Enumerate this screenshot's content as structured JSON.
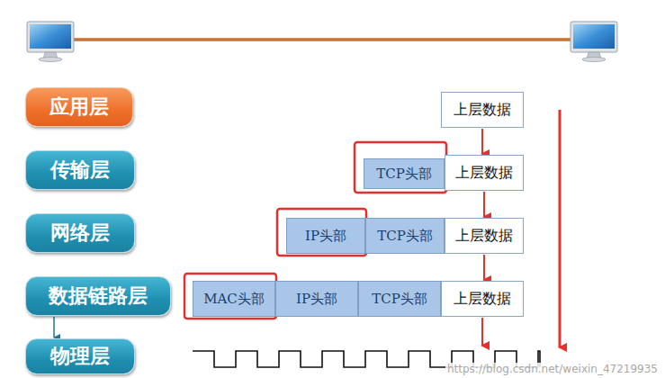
{
  "diagram": {
    "nodes": [
      {
        "text": [
          "应用层"
        ]
      },
      {
        "text": [
          "上层数据"
        ]
      },
      {
        "text": [
          "传输层"
        ]
      },
      {
        "text": [
          "TCP头部"
        ]
      },
      {
        "text": [
          "上层数据"
        ]
      },
      {
        "text": [
          "网络层"
        ]
      },
      {
        "text": [
          "IP头部"
        ]
      },
      {
        "text": [
          "TCP头部"
        ]
      },
      {
        "text": [
          "上层数据"
        ]
      },
      {
        "text": [
          "数据链路层"
        ]
      },
      {
        "text": [
          "MAC头部"
        ]
      },
      {
        "text": [
          "IP头部"
        ]
      },
      {
        "text": [
          "TCP头部"
        ]
      },
      {
        "text": [
          "上层数据"
        ]
      },
      {
        "text": [
          "物理层"
        ]
      }
    ],
    "edges": [
      {
        "from": 1,
        "to": 4,
        "arrow": "to"
      },
      {
        "from": 4,
        "to": 8,
        "arrow": "to"
      },
      {
        "from": 8,
        "to": 13,
        "arrow": "to"
      },
      {
        "from": 9,
        "to": 14,
        "arrow": "to"
      }
    ],
    "labels": [
      "https://blog.csdn.net/weixin_47219935"
    ]
  }
}
